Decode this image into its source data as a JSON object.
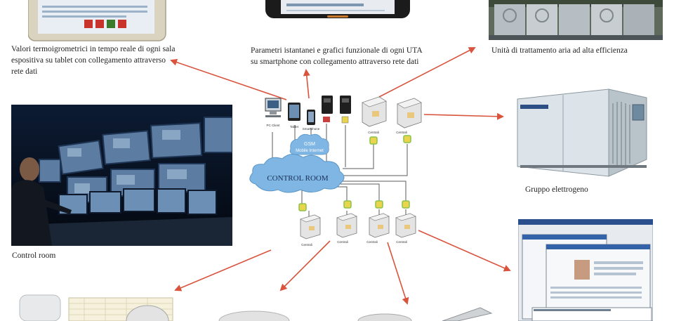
{
  "captions": {
    "tablet": "Valori termoigrometrici in tempo reale di ogni sala espositiva su tablet con collegamento attraverso rete dati",
    "smartphone": "Parametri istantanei e grafici funzionale di ogni UTA su smartphone con collegamento attraverso rete dati",
    "uta": "Unità di trattamento aria ad alta efficienza",
    "generator": "Gruppo elettrogeno",
    "control_room": "Control room"
  },
  "network": {
    "cloud_label": "CONTROL ROOM",
    "gsm_line1": "GSM",
    "gsm_line2": "Mobile Internet",
    "device_labels": [
      "PC Client",
      "Tablet",
      "Smartphone"
    ],
    "node_label": "Centrali"
  },
  "colors": {
    "arrow": "#d9533d",
    "cloud": "#7fb6e3",
    "cloud_text": "#1a2f5a",
    "box": "#e4e4e4",
    "sensor_green": "#8bc34a",
    "sensor_yellow": "#e8d44d"
  }
}
